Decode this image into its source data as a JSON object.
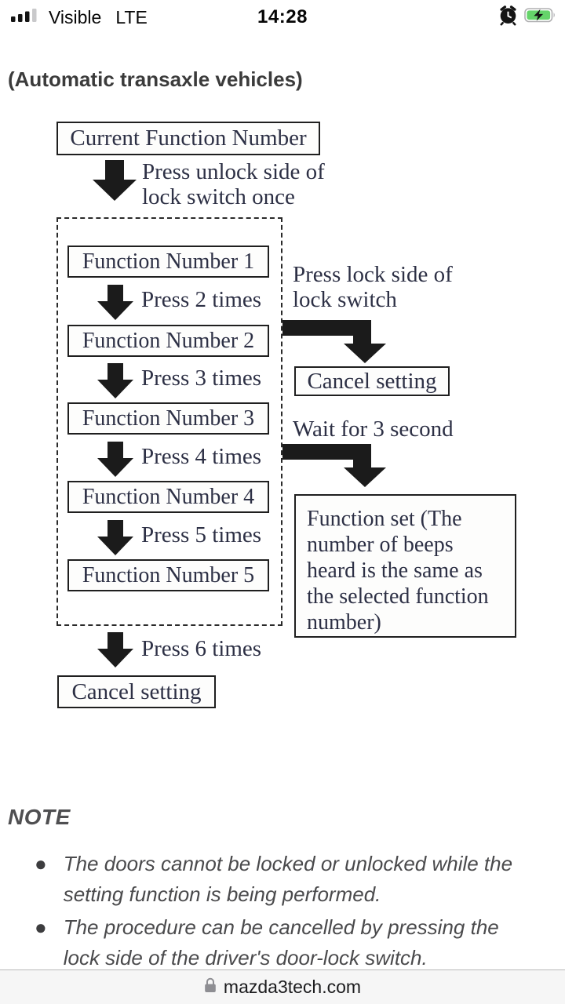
{
  "status_bar": {
    "carrier": "Visible",
    "network": "LTE",
    "time": "14:28",
    "battery_fill_color": "#65d46a"
  },
  "heading": "(Automatic transaxle vehicles)",
  "flowchart": {
    "ink_color": "#2d3045",
    "arrow_color": "#1b1b1b",
    "start_box": "Current Function Number",
    "start_arrow_label": [
      "Press unlock side of",
      "lock switch once"
    ],
    "function_boxes": [
      "Function Number 1",
      "Function Number 2",
      "Function Number 3",
      "Function Number 4",
      "Function Number 5"
    ],
    "press_labels": [
      "Press 2 times",
      "Press 3 times",
      "Press 4 times",
      "Press 5 times"
    ],
    "press_six_label": "Press 6 times",
    "cancel_bottom_box": "Cancel setting",
    "lock_side_label": [
      "Press lock side of",
      "lock switch"
    ],
    "cancel_right_box": "Cancel setting",
    "wait_label": "Wait for 3 second",
    "function_set_box": "Function set (The number of beeps heard is the same as the selected function number)"
  },
  "note": {
    "title": "NOTE",
    "items": [
      "The doors cannot be locked or unlocked while the setting function is being performed.",
      "The procedure can be cancelled by pressing the lock side of the driver's door-lock switch."
    ]
  },
  "browser_bar": {
    "domain": "mazda3tech.com"
  }
}
